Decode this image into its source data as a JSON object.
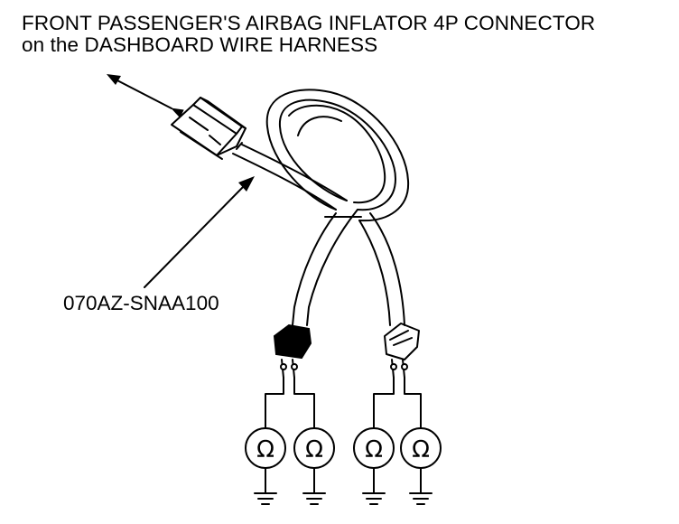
{
  "title": {
    "line1": "FRONT PASSENGER'S AIRBAG INFLATOR 4P CONNECTOR",
    "line2": "on the DASHBOARD WIRE HARNESS"
  },
  "tool_label": "070AZ-SNAA100",
  "ohm_symbol": "Ω",
  "icons": {
    "meter": "ohmmeter-icon",
    "ground": "ground-icon",
    "connector": "connector-4p-icon",
    "clip": "test-clip-icon"
  },
  "colors": {
    "line": "#000000",
    "background": "#ffffff"
  }
}
